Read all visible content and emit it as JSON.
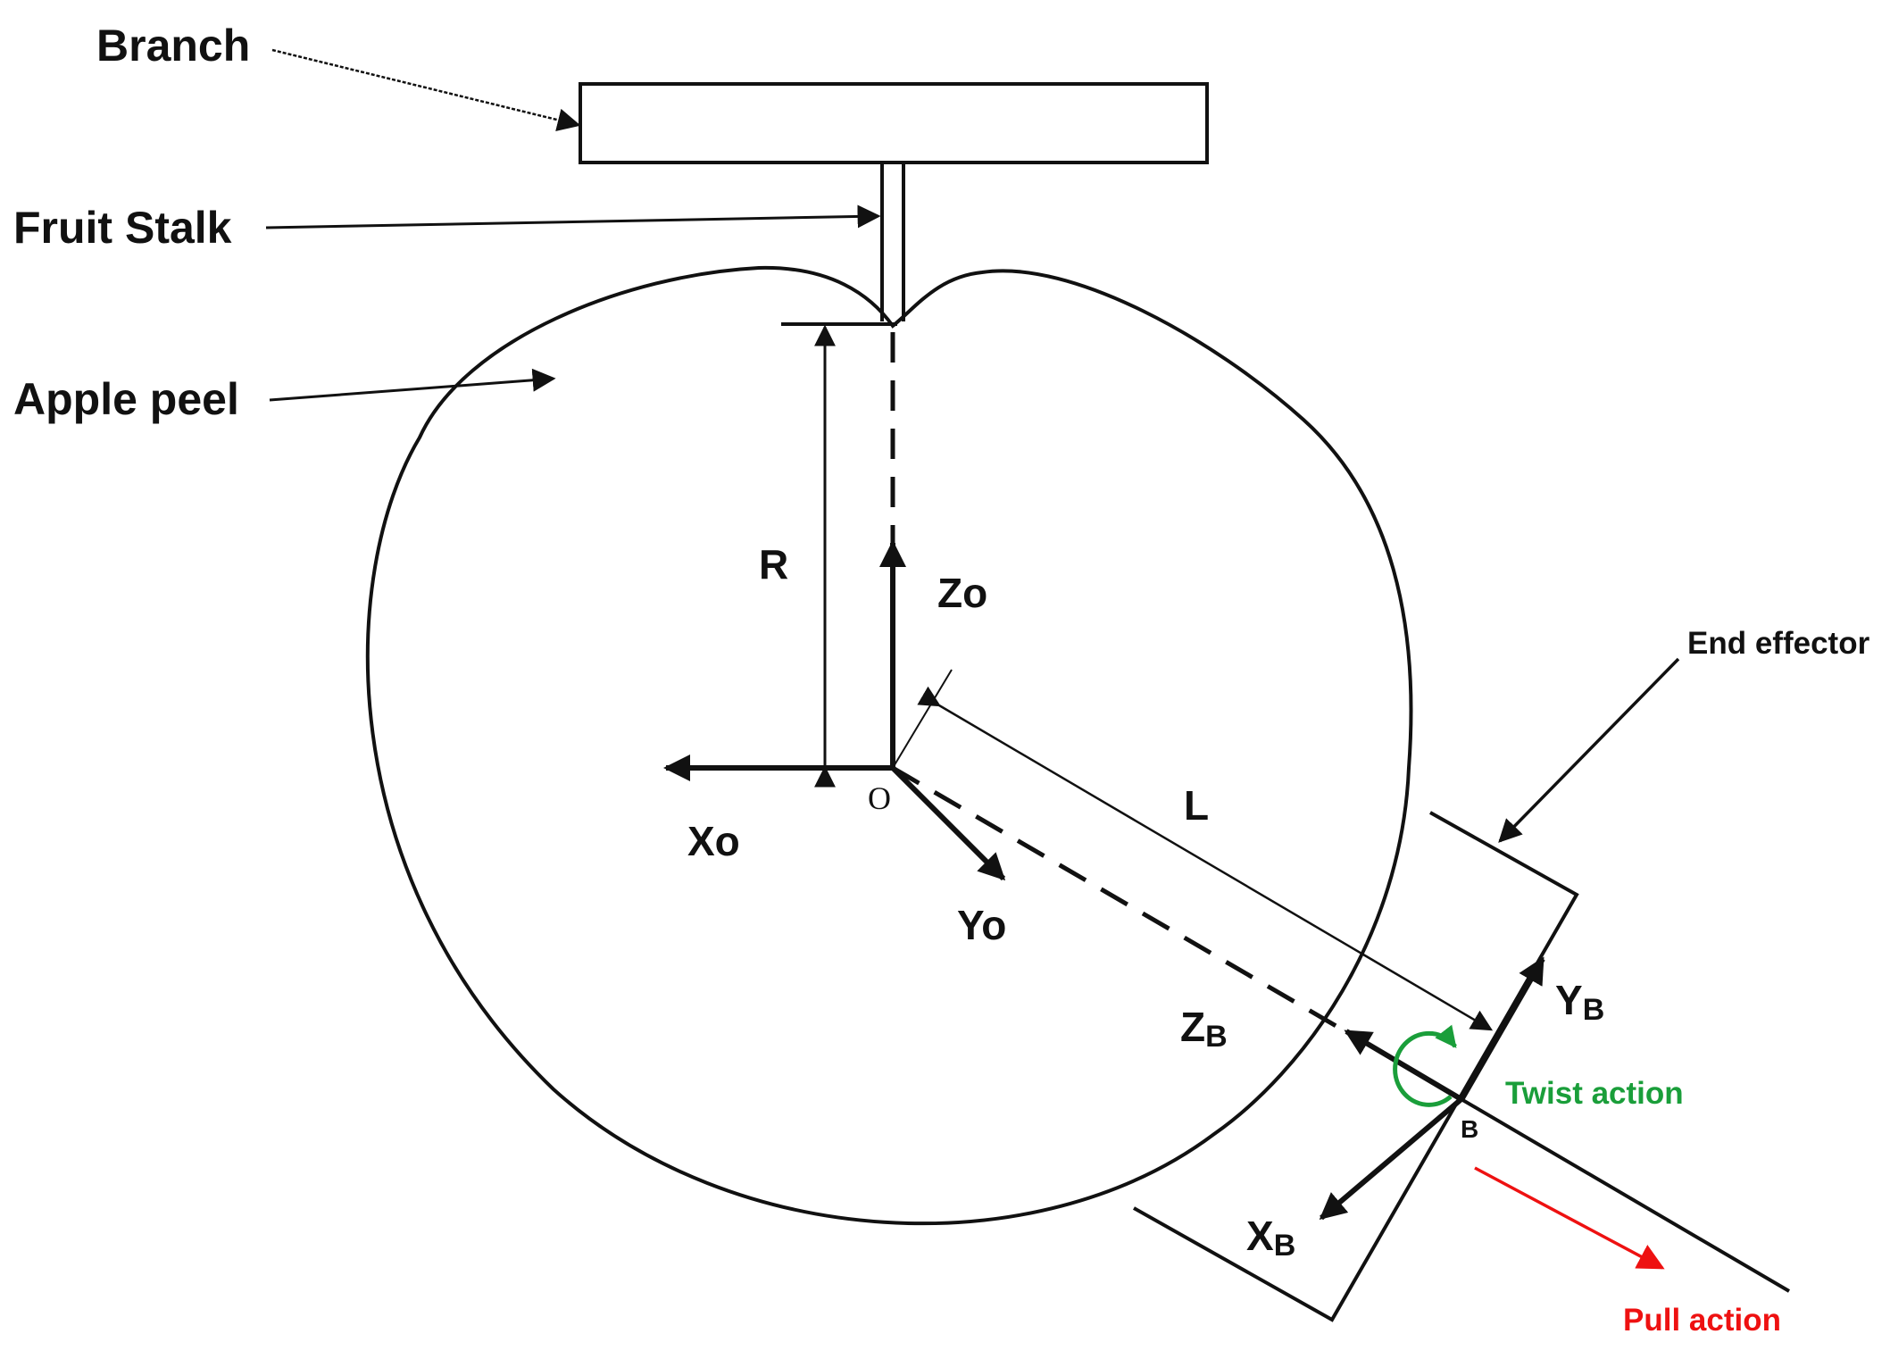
{
  "labels": {
    "branch": "Branch",
    "fruit_stalk": "Fruit Stalk",
    "apple_peel": "Apple peel",
    "end_effector": "End effector",
    "twist_action": "Twist action",
    "pull_action": "Pull action",
    "radius": "R",
    "length": "L",
    "origin": "O",
    "point_b": "B",
    "xo": "Xo",
    "yo": "Yo",
    "zo": "Zo",
    "xb_main": "X",
    "xb_sub": "B",
    "yb_main": "Y",
    "yb_sub": "B",
    "zb_main": "Z",
    "zb_sub": "B"
  },
  "colors": {
    "line": "#111111",
    "twist": "#1a9e3a",
    "pull": "#ee1111"
  }
}
